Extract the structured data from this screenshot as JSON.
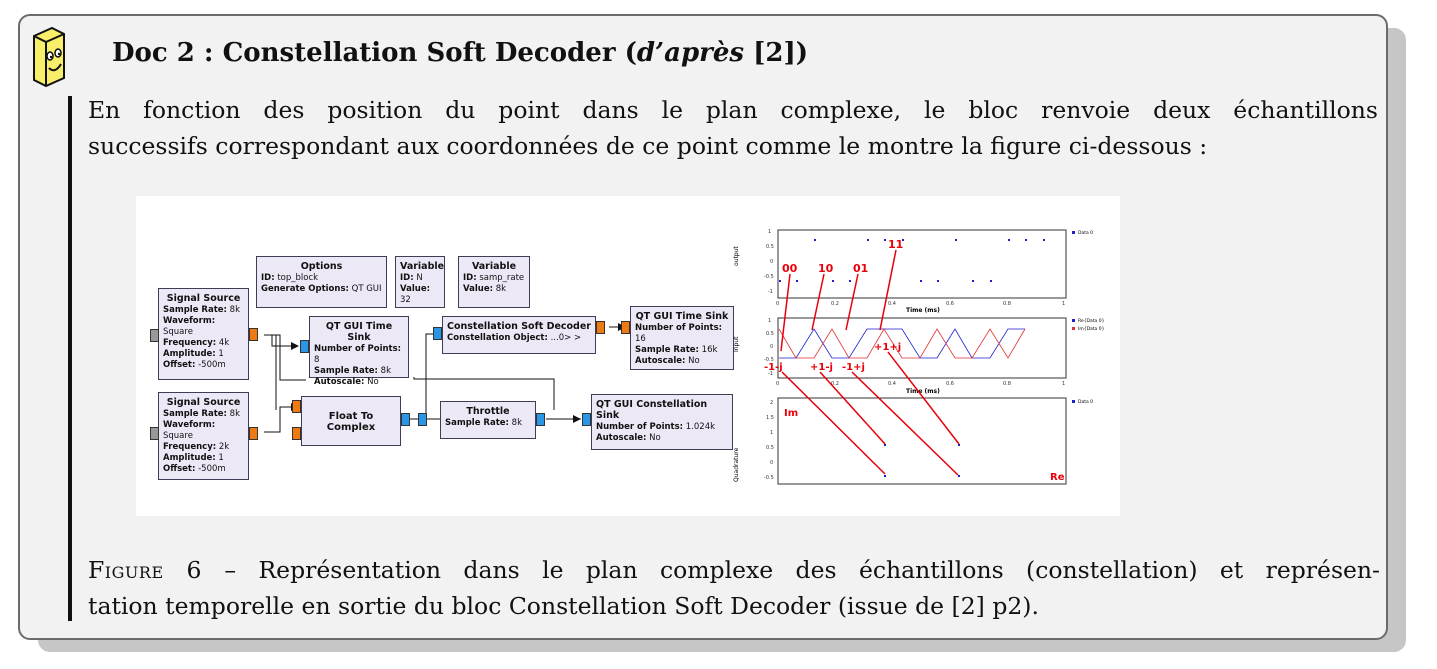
{
  "doc": {
    "title_prefix": "Doc 2 : Constellation Soft Decoder (",
    "title_italic": "d’après",
    "title_suffix": " [2])",
    "para_line1": "En fonction des position du point dans le plan complexe, le bloc renvoie deux échantillons",
    "para_line2": "successifs correspondant aux coordonnées de ce point comme le montre la figure ci-dessous :",
    "caption_label": "Figure 6",
    "caption_line1": " – Représentation dans le plan complexe des échantillons (constellation) et représen-",
    "caption_line2": "tation temporelle en sortie du bloc Constellation Soft Decoder (issue de [2] p2)."
  },
  "flowgraph": {
    "options": {
      "title": "Options",
      "id_label": "ID:",
      "id_value": "top_block",
      "gen_label": "Generate Options:",
      "gen_value": "QT GUI"
    },
    "var_n": {
      "title": "Variable",
      "id_label": "ID:",
      "id_value": "N",
      "val_label": "Value:",
      "val_value": "32"
    },
    "var_rate": {
      "title": "Variable",
      "id_label": "ID:",
      "id_value": "samp_rate",
      "val_label": "Value:",
      "val_value": "8k"
    },
    "src1": {
      "title": "Signal Source",
      "rows": [
        [
          "Sample Rate:",
          "8k"
        ],
        [
          "Waveform:",
          "Square"
        ],
        [
          "Frequency:",
          "4k"
        ],
        [
          "Amplitude:",
          "1"
        ],
        [
          "Offset:",
          "-500m"
        ]
      ]
    },
    "src2": {
      "title": "Signal Source",
      "rows": [
        [
          "Sample Rate:",
          "8k"
        ],
        [
          "Waveform:",
          "Square"
        ],
        [
          "Frequency:",
          "2k"
        ],
        [
          "Amplitude:",
          "1"
        ],
        [
          "Offset:",
          "-500m"
        ]
      ]
    },
    "tsink1": {
      "title": "QT GUI Time Sink",
      "rows": [
        [
          "Number of Points:",
          "8"
        ],
        [
          "Sample Rate:",
          "8k"
        ],
        [
          "Autoscale:",
          "No"
        ]
      ]
    },
    "decoder": {
      "title": "Constellation Soft Decoder",
      "rows": [
        [
          "Constellation Object:",
          "...0> >"
        ]
      ]
    },
    "tsink2": {
      "title": "QT GUI Time Sink",
      "rows": [
        [
          "Number of Points:",
          "16"
        ],
        [
          "Sample Rate:",
          "16k"
        ],
        [
          "Autoscale:",
          "No"
        ]
      ]
    },
    "f2c": {
      "title": "Float To Complex"
    },
    "throttle": {
      "title": "Throttle",
      "rows": [
        [
          "Sample Rate:",
          "8k"
        ]
      ]
    },
    "csink": {
      "title": "QT GUI Constellation Sink",
      "rows": [
        [
          "Number of Points:",
          "1.024k"
        ],
        [
          "Autoscale:",
          "No"
        ]
      ]
    }
  },
  "plots": {
    "top": {
      "ylabel": "output",
      "xlabel": "Time (ms)",
      "legend": "Data 0",
      "yticks": [
        "1",
        "0.5",
        "0",
        "-0.5",
        "-1"
      ],
      "xticks": [
        "0",
        "0.2",
        "0.4",
        "0.6",
        "0.8",
        "1"
      ]
    },
    "middle": {
      "ylabel": "Input",
      "xlabel": "Time (ms)",
      "legend1": "Re{Data 0}",
      "legend2": "Im{Data 0}",
      "yticks": [
        "1",
        "0.5",
        "0",
        "-0.5",
        "-1"
      ],
      "xticks": [
        "0",
        "0.2",
        "0.4",
        "0.6",
        "0.8",
        "1"
      ]
    },
    "bottom": {
      "ylabel": "Quadrature",
      "legend": "Data 0",
      "yticks": [
        "2",
        "1.5",
        "1",
        "0.5",
        "0",
        "-0.5"
      ],
      "im_label": "Im",
      "re_label": "Re"
    },
    "annotations": {
      "a00": "00",
      "a10": "10",
      "a01": "01",
      "a11": "11",
      "p_m1mj": "-1-j",
      "p_1mj": "+1-j",
      "p_m1pj": "-1+j",
      "p_1pj": "+1+j"
    }
  },
  "colors": {
    "annotation": "#e8000b",
    "blue_series": "#1f1fd0",
    "red_series": "#e03030",
    "port_orange": "#ef7a12",
    "port_blue": "#2b95e6"
  }
}
